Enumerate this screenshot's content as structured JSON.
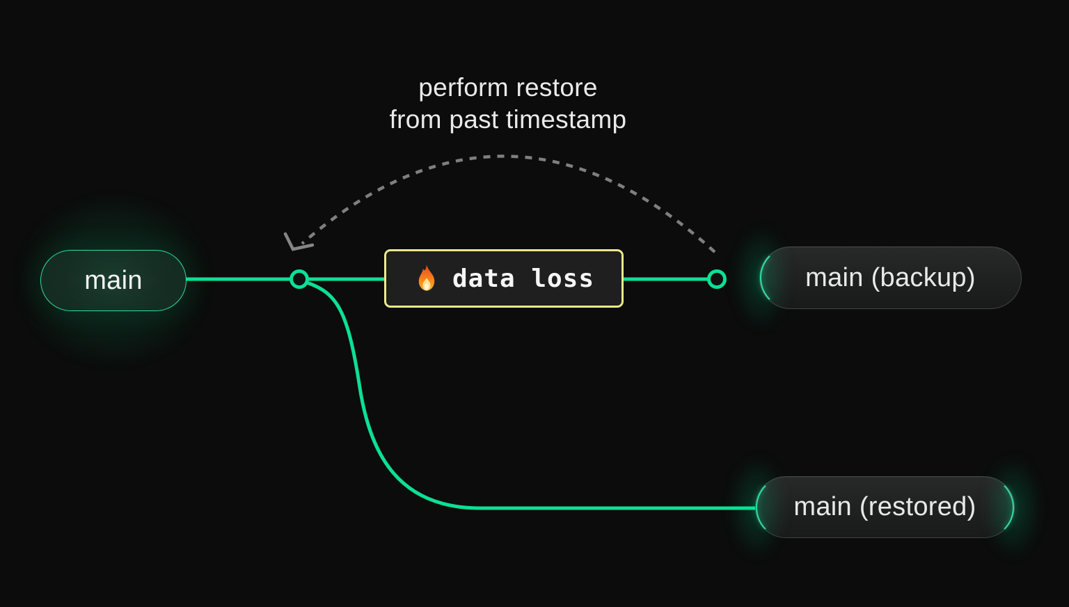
{
  "annotation": {
    "line1": "perform restore",
    "line2": "from past timestamp"
  },
  "nodes": {
    "main": {
      "label": "main"
    },
    "backup": {
      "label": "main (backup)"
    },
    "restored": {
      "label": "main (restored)"
    }
  },
  "event_box": {
    "label": "data loss",
    "icon": "fire-icon"
  },
  "colors": {
    "background": "#0b0c0b",
    "branch_green": "#0ce096",
    "node_green_border": "#2fdf9f",
    "warning_yellow_border": "#ede98b",
    "restore_arc_gray": "#868686",
    "pill_gray_border": "#424242",
    "text_light": "#eaeaea"
  }
}
